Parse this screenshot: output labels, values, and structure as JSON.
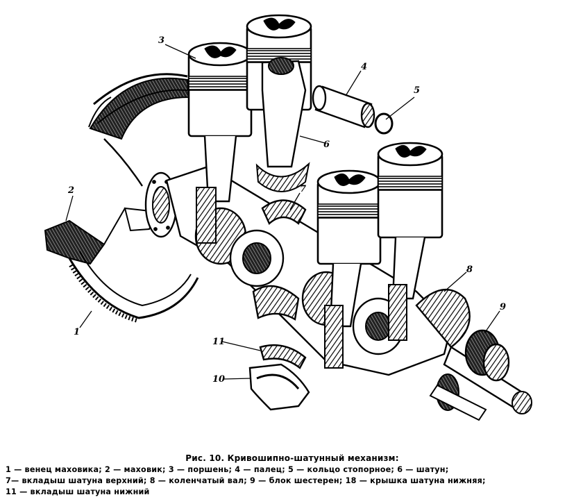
{
  "figure": {
    "callouts": {
      "c1": "1",
      "c2": "2",
      "c3": "3",
      "c4": "4",
      "c5": "5",
      "c6": "6",
      "c7": "7",
      "c8": "8",
      "c9": "9",
      "c10": "10",
      "c11": "11"
    }
  },
  "caption": {
    "title": "Рис. 10. Кривошипно-шатунный механизм:",
    "legend": [
      "1 — венец маховика;",
      "2 — маховик;",
      "3 — поршень;",
      "4 — палец;",
      "5 — кольцо стопорное;",
      "6 — шатун;",
      "7— вкладыш шатуна верхний;",
      "8 — коленчатый вал;",
      "9 — блок шестерен;",
      "18 — крышка шатуна нижняя;",
      "11 — вкладыш шатуна нижний"
    ]
  }
}
